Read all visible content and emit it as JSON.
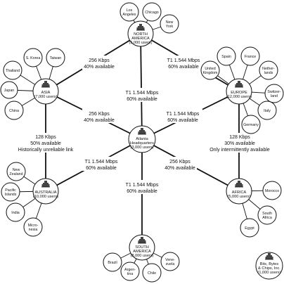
{
  "hubs": {
    "north_america": {
      "line1": "NORTH",
      "line2": "AMERICA",
      "line3": "(5,000 users)"
    },
    "europe": {
      "line1": "EUROPE",
      "line2": "(12,000 users)"
    },
    "asia": {
      "line1": "ASIA",
      "line2": "(7,000 users)"
    },
    "atlanta": {
      "line1": "Atlanta",
      "line2": "Headquarters",
      "line3": "(3,000 users)"
    },
    "australia": {
      "line1": "AUSTRALIA",
      "line2": "(10,000 users)"
    },
    "africa": {
      "line1": "AFRICA",
      "line2": "(5,000 users)"
    },
    "south_america": {
      "line1": "SOUTH",
      "line2": "AMERICA",
      "line3": "(8,000 users)"
    }
  },
  "satellites": {
    "los_angeles": {
      "line1": "Los",
      "line2": "Angeles"
    },
    "chicago": {
      "line1": "Chicago"
    },
    "new_york": {
      "line1": "New",
      "line2": "York"
    },
    "spain": {
      "line1": "Spain"
    },
    "france": {
      "line1": "France"
    },
    "netherlands": {
      "line1": "Nether-",
      "line2": "lands"
    },
    "united_kingdom": {
      "line1": "United",
      "line2": "Kingdom"
    },
    "switzerland": {
      "line1": "Switzer-",
      "line2": "land"
    },
    "italy": {
      "line1": "Italy"
    },
    "germany": {
      "line1": "Germany"
    },
    "s_korea": {
      "line1": "S. Korea"
    },
    "taiwan": {
      "line1": "Taiwan"
    },
    "thailand": {
      "line1": "Thailand"
    },
    "japan": {
      "line1": "Japan"
    },
    "china": {
      "line1": "China"
    },
    "new_zealand": {
      "line1": "New",
      "line2": "Zealand"
    },
    "pacific_islands": {
      "line1": "Pacific",
      "line2": "Islands"
    },
    "india": {
      "line1": "India"
    },
    "micronesia": {
      "line1": "Micro-",
      "line2": "nesia"
    },
    "morocco": {
      "line1": "Morocco"
    },
    "south_africa": {
      "line1": "South",
      "line2": "Africa"
    },
    "egypt": {
      "line1": "Egypt"
    },
    "brazil": {
      "line1": "Brazil"
    },
    "argentina": {
      "line1": "Argen-",
      "line2": "tina"
    },
    "chile": {
      "line1": "Chile"
    },
    "venezuela": {
      "line1": "Vene-",
      "line2": "zuela"
    }
  },
  "links": {
    "asia_na": {
      "line1": "256 Kbps",
      "line2": "40% available"
    },
    "na_europe": {
      "line1": "T1 1.544 Mbps",
      "line2": "60% available"
    },
    "na_atlanta": {
      "line1": "T1 1.544 Mbps",
      "line2": "60% available"
    },
    "asia_atlanta": {
      "line1": "256 Kbps",
      "line2": "40% available"
    },
    "europe_atlanta": {
      "line1": "T1 1.544 Mbps",
      "line2": "60% available"
    },
    "asia_australia": {
      "line1": "128 Kbps",
      "line2": "50% available",
      "line3": "Historically unreliable link"
    },
    "europe_africa": {
      "line1": "128 Kbps",
      "line2": "30% available",
      "line3": "Only intermittently available"
    },
    "australia_atlanta": {
      "line1": "T1 1.544 Mbps",
      "line2": "60% available"
    },
    "africa_atlanta": {
      "line1": "256 Kbps",
      "line2": "40% available"
    },
    "sa_atlanta": {
      "line1": "T1 1.544 Mbps",
      "line2": "60% available"
    }
  },
  "company": {
    "line1": "Bits, Bytes",
    "line2": "& Chips, Inc.",
    "line3": "(1,000 users)"
  }
}
